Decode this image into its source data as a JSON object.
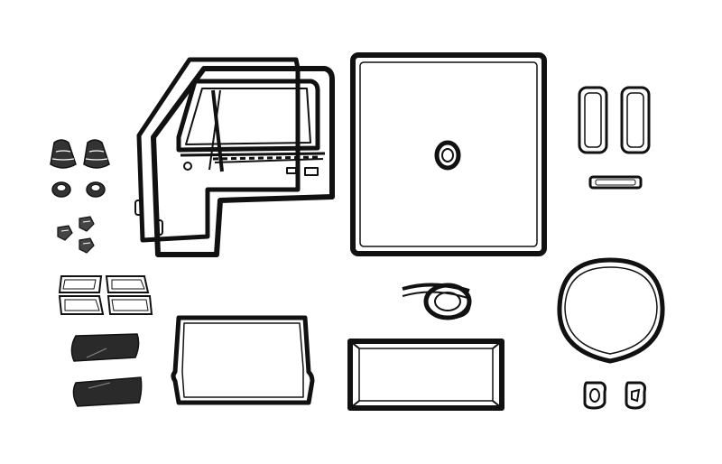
{
  "image": {
    "kind": "parts-catalog-illustration",
    "background": "#ffffff",
    "ink": "#111111",
    "parts": [
      {
        "name": "door-seal-kit"
      },
      {
        "name": "rear-window-seal"
      },
      {
        "name": "taillight-gasket-left"
      },
      {
        "name": "taillight-gasket-right"
      },
      {
        "name": "license-light-gasket"
      },
      {
        "name": "rubber-boots"
      },
      {
        "name": "rubber-grommets"
      },
      {
        "name": "bumper-stops"
      },
      {
        "name": "vent-window-gaskets"
      },
      {
        "name": "mud-flaps"
      },
      {
        "name": "side-window-seal"
      },
      {
        "name": "rolled-seal-strip"
      },
      {
        "name": "hood-seal"
      },
      {
        "name": "round-window-seal"
      },
      {
        "name": "filler-neck-grommets"
      }
    ]
  }
}
